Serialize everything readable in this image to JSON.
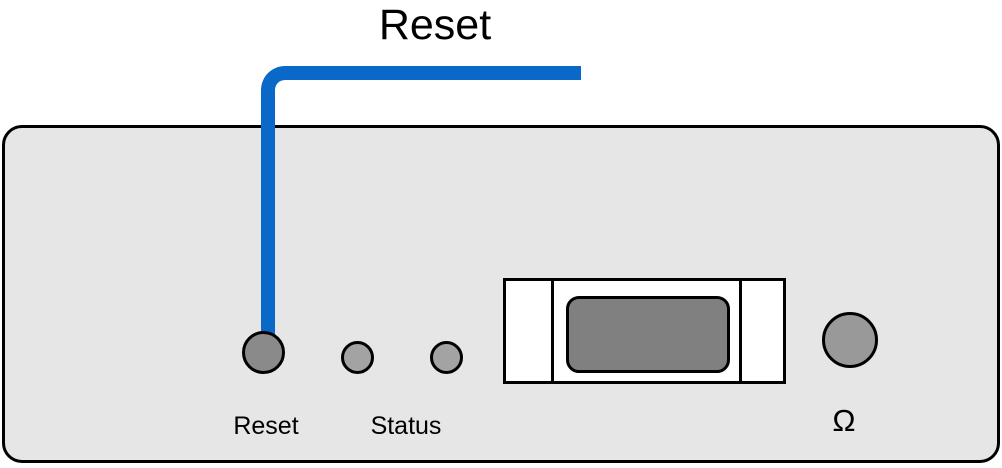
{
  "diagram": {
    "callout": {
      "label": "Reset"
    },
    "device": {
      "reset_button_label": "Reset",
      "status_led_label": "Status",
      "impedance_label": "Ω"
    },
    "colors": {
      "callout_blue": "#0A68C8",
      "panel_fill": "#E6E6E6",
      "outline": "#000000",
      "reset_button_fill": "#8A8A8A",
      "status_led_fill": "#A3A3A3",
      "omega_button_fill": "#999999",
      "connector_fill": "#FFFFFF",
      "connector_insert_fill": "#808080"
    }
  }
}
